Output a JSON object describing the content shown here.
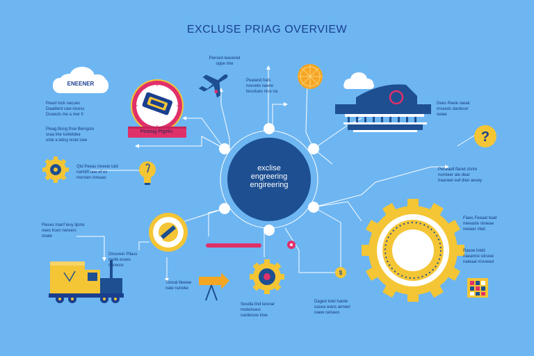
{
  "title": "EXCLUSE PRIAG OVERVIEW",
  "hub": {
    "line1": "exclise",
    "line2": "engreering",
    "line3": "engireering"
  },
  "cloud_label": "ENEENER",
  "banner_label": "Peasug Pigeks",
  "captions": {
    "top_plane": "Pierved leavered\noppe rine",
    "top_center": "Peatand hats\nnovvete nawre\ntecuitues nice na",
    "left_1": "Peast tock nacues\nDaadtent caw incess\nDuseuts me a mer fi",
    "left_2": "Pieag Bong Ihse Beingste\nsraa ime tuntetdee\nonte a lebsy ieste isee",
    "left_3": "Qtd Peeas Inreeie tuld\nnamirlt uoe ef es\nmorsien inreaas",
    "left_4": "Pieses Inanf leuy lipme\nnees lrcen nereers\nonate",
    "bottom_left_1": "Dlsoveer Pilass\nmoitk ecees\nnarwore",
    "bottom_left_2": "Tonsal lileewe\nnate nurieke",
    "bottom_center": "Sesdia lind kesnar\nmoteinsesi\nnardeisse iriee",
    "bottom_right": "Daged Iutel haniie\noasea wans anneel\nnaew ceisees",
    "right_1": "Dees Peeie raeak\nnnuueis dastecer\nneiae",
    "right_2": "Peneaell flanet shrire\nnurnieer ate dear\ntraaneer eaf dien aesey",
    "right_3": "Flaes Feeaat tead\nmeeaste ninieae\nneeaer sfad",
    "right_4": "Rasoe lnidd\nnaeamre siirsiee\nnaieaal nnsneed"
  },
  "colors": {
    "background": "#6db6f2",
    "hub": "#1d4f91",
    "accent_yellow": "#f4c535",
    "accent_pink": "#e0306a",
    "accent_orange": "#f5a623",
    "navy": "#1a3f8f"
  }
}
